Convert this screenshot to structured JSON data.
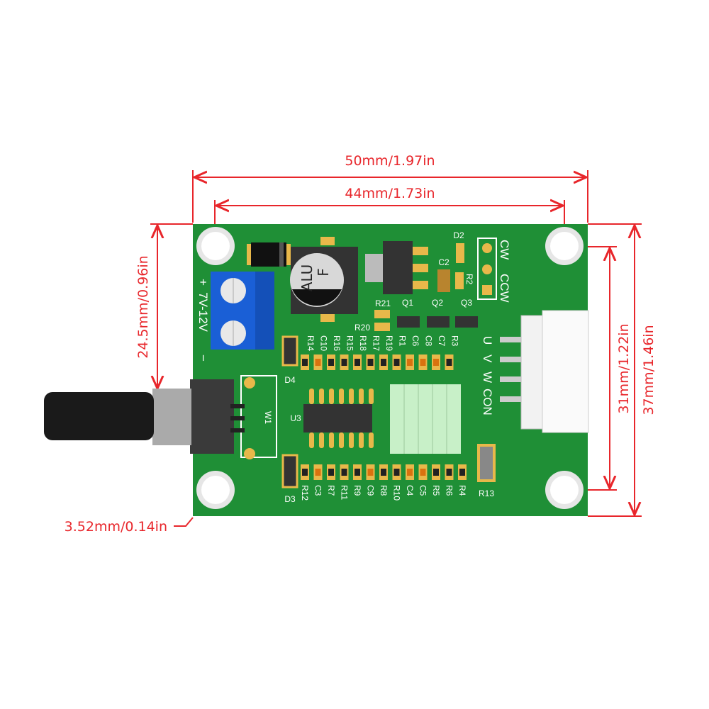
{
  "dimensions": {
    "width_overall": "50mm/1.97in",
    "hole_spacing_x": "44mm/1.73in",
    "left_height": "24.5mm/0.96in",
    "hole_spacing_y": "31mm/1.22in",
    "height_overall": "37mm/1.46in",
    "hole_offset": "3.52mm/0.14in"
  },
  "colors": {
    "dimension": "#e8262b",
    "board": "#1f8f36",
    "terminal": "#1a5fd6"
  },
  "board": {
    "power_label": "7V-12V",
    "plus": "+",
    "minus": "−",
    "cap_label1": "ALU",
    "cap_label2": "F",
    "dir_cw": "CW",
    "dir_ccw": "CCW",
    "pot_label": "W1",
    "ic_label": "U3",
    "d2": "D2",
    "c2": "C2",
    "r2": "R2",
    "r21": "R21",
    "r20": "R20",
    "q1": "Q1",
    "q2": "Q2",
    "q3": "Q3",
    "d4": "D4",
    "d3": "D3",
    "r13": "R13",
    "motor_pins": [
      "U",
      "V",
      "W",
      "CON"
    ],
    "top_row": [
      "R14",
      "C10",
      "R16",
      "R15",
      "R18",
      "R17",
      "R19",
      "R1",
      "C6",
      "C8",
      "C7",
      "R3"
    ],
    "bottom_row": [
      "R12",
      "C3",
      "R7",
      "R11",
      "R9",
      "C9",
      "R8",
      "R10",
      "C4",
      "C5",
      "R5",
      "R6",
      "R4"
    ]
  }
}
